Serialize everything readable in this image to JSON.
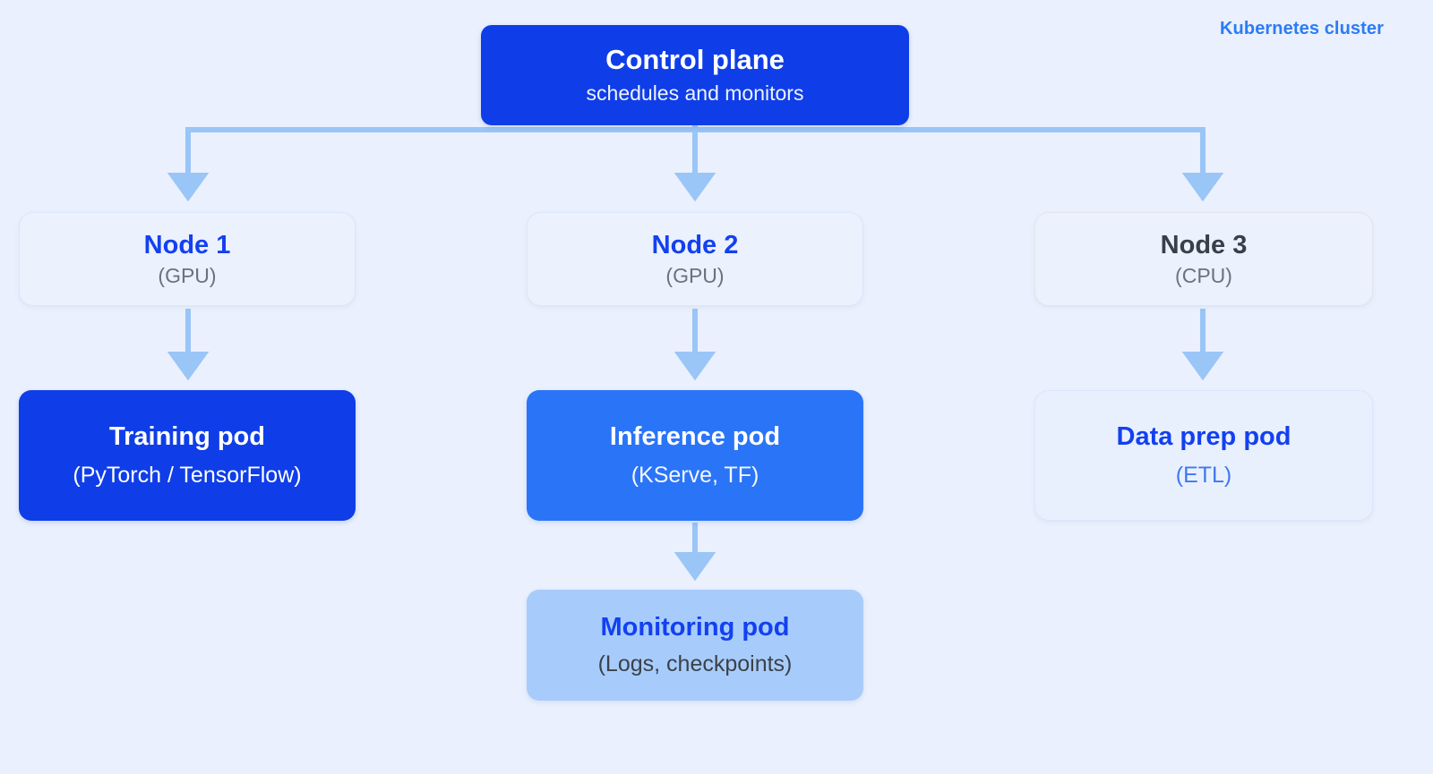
{
  "diagram": {
    "caption": "Kubernetes cluster",
    "background_color": "#eaf0fd",
    "edge_color": "#9ac5f7",
    "accent_color": "#1340f0"
  },
  "control_plane": {
    "title": "Control plane",
    "subtitle": "schedules and monitors",
    "background_color": "#0f3ee8",
    "text_color": "#ffffff"
  },
  "nodes": [
    {
      "id": "node-1",
      "title": "Node 1",
      "subtitle": "(GPU)",
      "background_color": "#ebf1fd",
      "title_color": "#1340f0",
      "subtitle_color": "#6b7280"
    },
    {
      "id": "node-2",
      "title": "Node 2",
      "subtitle": "(GPU)",
      "background_color": "#ebf1fd",
      "title_color": "#1340f0",
      "subtitle_color": "#6b7280"
    },
    {
      "id": "node-3",
      "title": "Node 3",
      "subtitle": "(CPU)",
      "background_color": "#ebf1fd",
      "title_color": "#393f49",
      "subtitle_color": "#6b7280"
    }
  ],
  "pods": [
    {
      "id": "training-pod",
      "title": "Training pod",
      "subtitle": "(PyTorch / TensorFlow)",
      "background_color": "#0f3ee8",
      "title_color": "#ffffff",
      "subtitle_color": "#ffffff"
    },
    {
      "id": "inference-pod",
      "title": "Inference pod",
      "subtitle": "(KServe, TF)",
      "background_color": "#2a74f7",
      "title_color": "#ffffff",
      "subtitle_color": "#f2f7ff"
    },
    {
      "id": "dataprep-pod",
      "title": "Data prep pod",
      "subtitle": "(ETL)",
      "background_color": "#e9f0fd",
      "title_color": "#1340f0",
      "subtitle_color": "#3f78f0"
    },
    {
      "id": "monitoring-pod",
      "title": "Monitoring pod",
      "subtitle": "(Logs, checkpoints)",
      "background_color": "#a7ccfb",
      "title_color": "#1340f0",
      "subtitle_color": "#3b4149"
    }
  ],
  "edges": [
    {
      "from": "control-plane",
      "to": "node-1",
      "style": "elbow-left"
    },
    {
      "from": "control-plane",
      "to": "node-2",
      "style": "straight"
    },
    {
      "from": "control-plane",
      "to": "node-3",
      "style": "elbow-right"
    },
    {
      "from": "node-1",
      "to": "training-pod",
      "style": "straight"
    },
    {
      "from": "node-2",
      "to": "inference-pod",
      "style": "straight"
    },
    {
      "from": "node-3",
      "to": "dataprep-pod",
      "style": "straight"
    },
    {
      "from": "inference-pod",
      "to": "monitoring-pod",
      "style": "straight"
    }
  ]
}
